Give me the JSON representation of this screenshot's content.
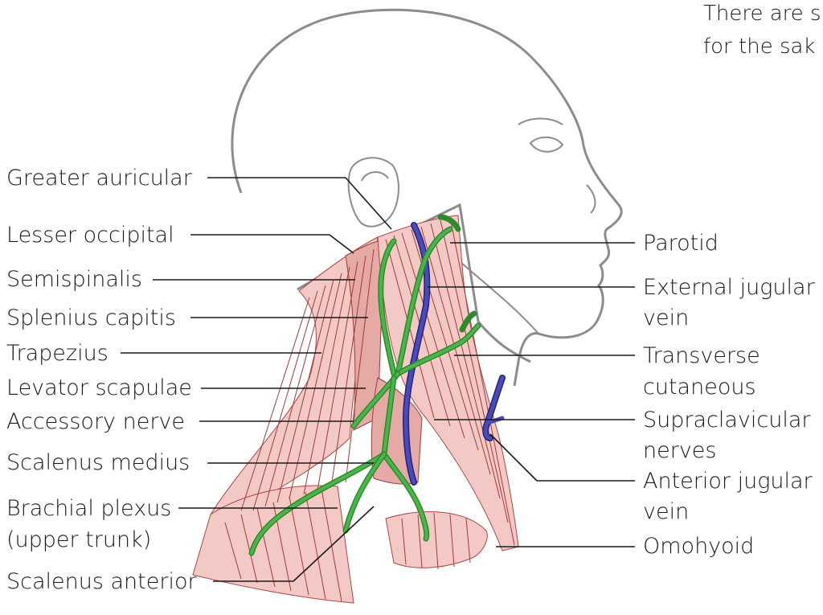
{
  "note": {
    "line1": "There are s",
    "line2": "for the sak"
  },
  "labels_left": [
    "Greater auricular",
    "Lesser occipital",
    "Semispinalis",
    "Splenius capitis",
    "Trapezius",
    "Levator scapulae",
    "Accessory nerve",
    "Scalenus medius",
    "Brachial plexus",
    "(upper trunk)",
    "Scalenus anterior"
  ],
  "labels_right": [
    "Parotid",
    "External jugular",
    "vein",
    "Transverse",
    "cutaneous",
    "Supraclavicular",
    "nerves",
    "Anterior jugular",
    "vein",
    "Omohyoid"
  ],
  "colors": {
    "muscle": "#f2c9c4",
    "muscle_fiber": "#a33a3a",
    "nerve": "#2d8a2d",
    "vein": "#24247a",
    "outline": "#8c8c8c"
  }
}
